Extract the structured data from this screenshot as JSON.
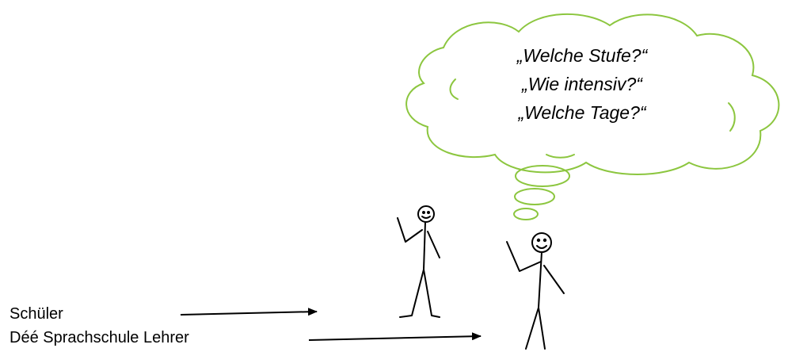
{
  "labels": {
    "student": "Schüler",
    "teacher": "Déé Sprachschule Lehrer"
  },
  "thought_bubble": {
    "lines": [
      "„Welche Stufe?“",
      "„Wie intensiv?“",
      "„Welche Tage?“"
    ],
    "outline_color": "#8cc63f"
  }
}
